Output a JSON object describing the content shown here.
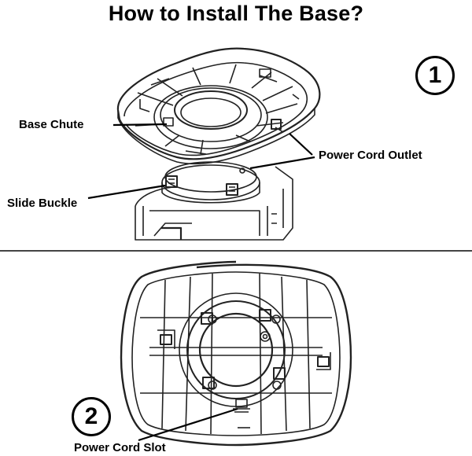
{
  "title": "How to Install The Base?",
  "steps": {
    "one": "1",
    "two": "2"
  },
  "labels": {
    "base_chute": "Base Chute",
    "power_cord_outlet": "Power Cord Outlet",
    "slide_buckle": "Slide Buckle",
    "power_cord_slot": "Power Cord Slot"
  }
}
